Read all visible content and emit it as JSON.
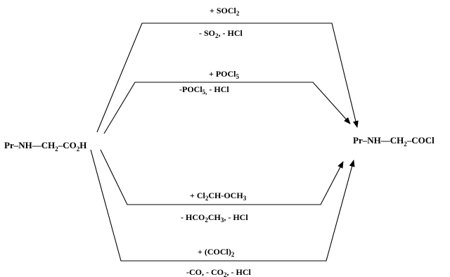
{
  "reactant": {
    "pr": "Pr",
    "nh": "NH",
    "ch": "CH",
    "ch_sub": "2",
    "co": "CO",
    "co_sub": "2",
    "h": "H"
  },
  "product": {
    "pr": "Pr",
    "nh": "NH",
    "ch": "CH",
    "ch_sub": "2",
    "cocl": "COCl"
  },
  "routes": [
    {
      "id": "socl2",
      "reagent": {
        "prefix": "+ SOCl",
        "sub": "2",
        "suffix": ""
      },
      "byproducts": {
        "prefix": "- SO",
        "sub": "2",
        "suffix": ", - HCl"
      }
    },
    {
      "id": "pocl5",
      "reagent": {
        "prefix": "+ POCl",
        "sub": "5",
        "suffix": ""
      },
      "byproducts": {
        "prefix": "-POCl",
        "sub": "5,",
        "suffix": " - HCl"
      }
    },
    {
      "id": "cl2ch-och3",
      "reagent": {
        "prefix": "+ Cl",
        "sub": "2",
        "suffix": "CH-OCH",
        "sub2": "3"
      },
      "byproducts": {
        "prefix": "- HCO",
        "sub": "2",
        "suffix": "CH",
        "sub2": "3",
        "suffix2": ", - HCl"
      }
    },
    {
      "id": "cocl2",
      "reagent": {
        "prefix": "+ (COCl)",
        "sub": "2",
        "suffix": ""
      },
      "byproducts": {
        "prefix": "-CO, - CO",
        "sub": "2",
        "suffix": ", - HCl"
      }
    }
  ]
}
